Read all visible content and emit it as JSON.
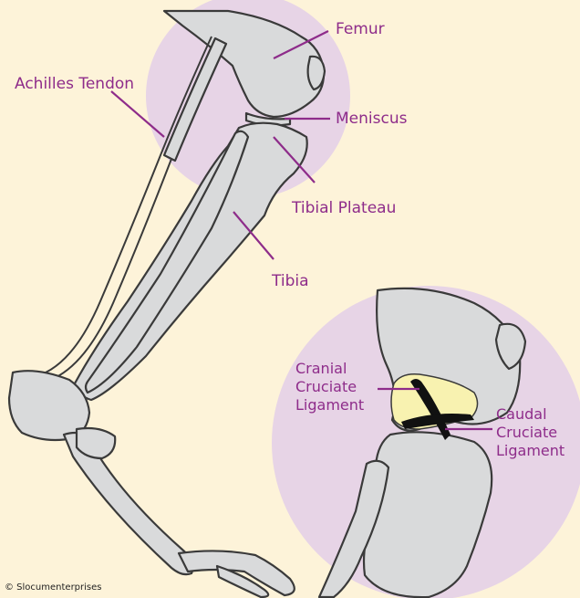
{
  "labels": {
    "femur": "Femur",
    "achilles": "Achilles Tendon",
    "meniscus": "Meniscus",
    "tibial_plateau": "Tibial Plateau",
    "tibia": "Tibia",
    "cranial_1": "Cranial",
    "cranial_2": "Cruciate",
    "cranial_3": "Ligament",
    "caudal_1": "Caudal",
    "caudal_2": "Cruciate",
    "caudal_3": "Ligament"
  },
  "credit": "© Slocumenterprises",
  "colors": {
    "background": "#fdf3d9",
    "highlight_circle": "#e7d4e6",
    "bone_fill": "#d9dadb",
    "label_purple": "#8e2c8a",
    "ligament_area": "#f8f2b0"
  }
}
